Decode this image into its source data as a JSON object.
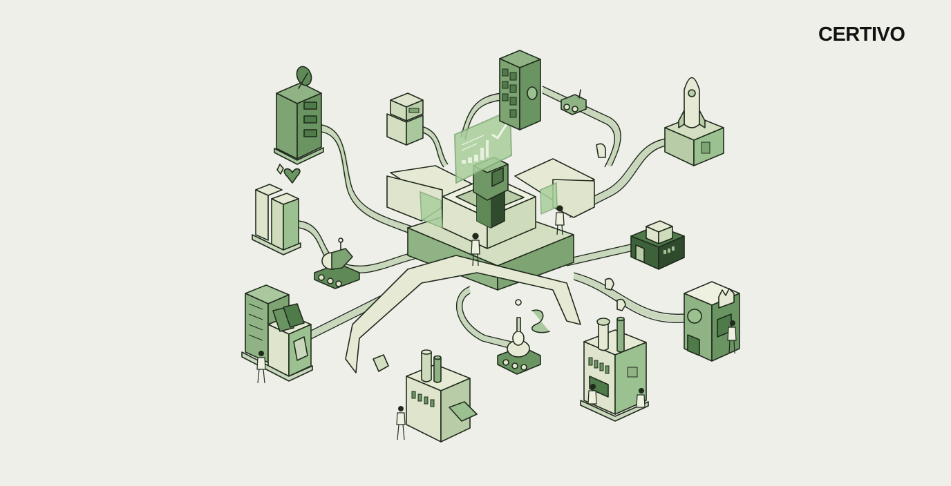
{
  "brand": {
    "logo_text": "CERTIVO"
  },
  "illustration": {
    "description": "Isometric hub-and-spoke infrastructure illustration with a central control hub connected by cables to surrounding machines",
    "palette": {
      "background": "#efefea",
      "outline": "#1f2a1c",
      "green_dark": "#4f7a4a",
      "green_mid": "#7fa877",
      "green_light": "#b7d3ac",
      "cream": "#e8ecd8",
      "screen": "#a9cf9c"
    },
    "elements": [
      "central-hub",
      "hub-robot",
      "dashboard-screen",
      "satellite-server",
      "small-terminal",
      "server-tower",
      "rocket-launcher",
      "server-racks",
      "tracked-robot-left",
      "sorting-machine",
      "factory-left",
      "drill-robot",
      "factory-right",
      "dark-building",
      "processing-building"
    ]
  }
}
